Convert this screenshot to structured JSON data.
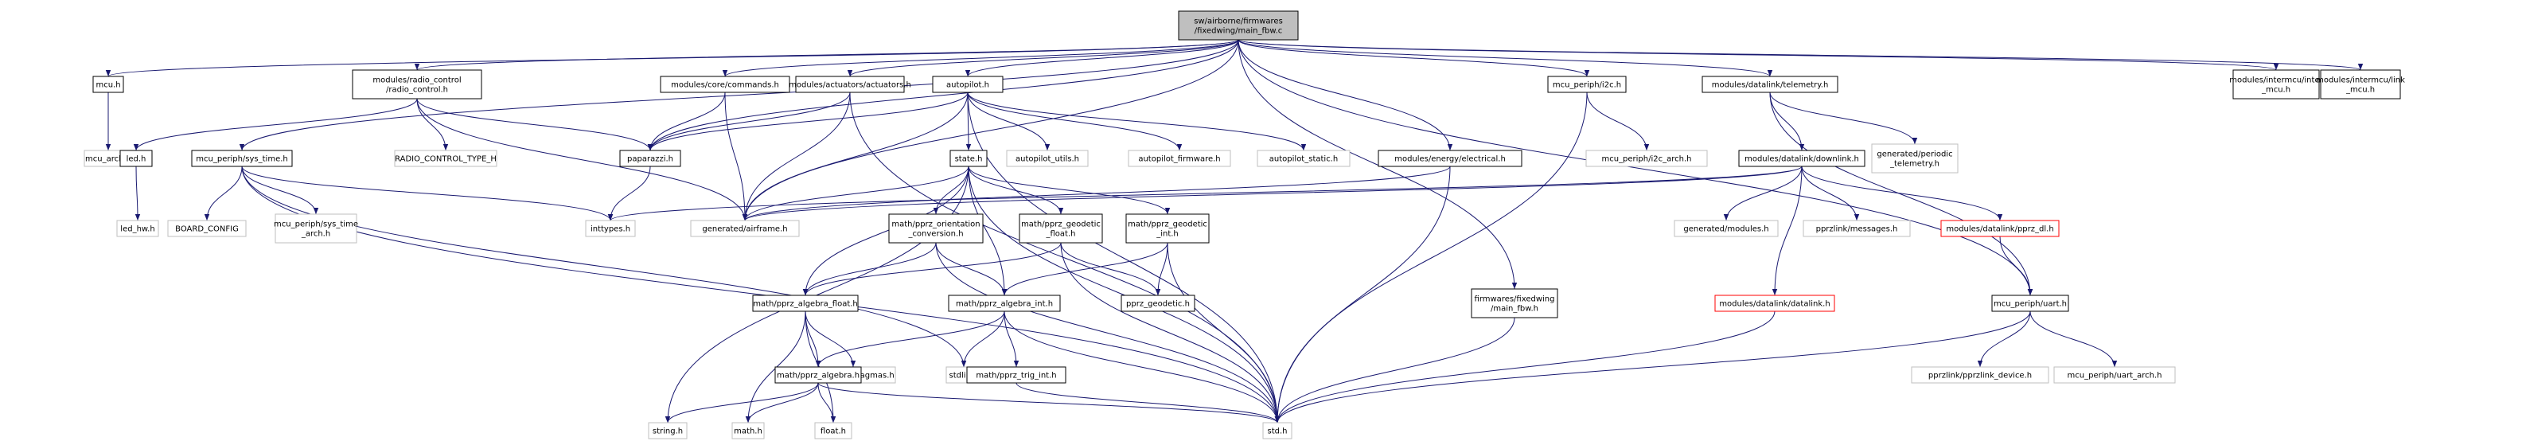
{
  "root": "main_fbw.c",
  "nodes": [
    {
      "id": "root",
      "lines": [
        "sw/airborne/firmwares",
        "/fixedwing/main_fbw.c"
      ],
      "style": "root"
    },
    {
      "id": "mcu_h",
      "lines": [
        "mcu.h"
      ],
      "style": "black"
    },
    {
      "id": "mcu_arch",
      "lines": [
        "mcu_arch.h"
      ],
      "style": "gray"
    },
    {
      "id": "radio_control",
      "lines": [
        "modules/radio_control",
        "/radio_control.h"
      ],
      "style": "black"
    },
    {
      "id": "commands",
      "lines": [
        "modules/core/commands.h"
      ],
      "style": "black"
    },
    {
      "id": "actuators",
      "lines": [
        "modules/actuators/actuators.h"
      ],
      "style": "black"
    },
    {
      "id": "autopilot_h",
      "lines": [
        "autopilot.h"
      ],
      "style": "black"
    },
    {
      "id": "i2c_h",
      "lines": [
        "mcu_periph/i2c.h"
      ],
      "style": "black"
    },
    {
      "id": "telemetry",
      "lines": [
        "modules/datalink/telemetry.h"
      ],
      "style": "black"
    },
    {
      "id": "inter_mcu",
      "lines": [
        "modules/intermcu/inter",
        "_mcu.h"
      ],
      "style": "black"
    },
    {
      "id": "link_mcu",
      "lines": [
        "modules/intermcu/link",
        "_mcu.h"
      ],
      "style": "black"
    },
    {
      "id": "led_h",
      "lines": [
        "led.h"
      ],
      "style": "black"
    },
    {
      "id": "sys_time",
      "lines": [
        "mcu_periph/sys_time.h"
      ],
      "style": "black"
    },
    {
      "id": "rc_type",
      "lines": [
        "RADIO_CONTROL_TYPE_H"
      ],
      "style": "gray"
    },
    {
      "id": "paparazzi",
      "lines": [
        "paparazzi.h"
      ],
      "style": "black"
    },
    {
      "id": "state",
      "lines": [
        "state.h"
      ],
      "style": "black"
    },
    {
      "id": "ap_utils",
      "lines": [
        "autopilot_utils.h"
      ],
      "style": "gray"
    },
    {
      "id": "ap_firmware",
      "lines": [
        "autopilot_firmware.h"
      ],
      "style": "gray"
    },
    {
      "id": "ap_static",
      "lines": [
        "autopilot_static.h"
      ],
      "style": "gray"
    },
    {
      "id": "electrical",
      "lines": [
        "modules/energy/electrical.h"
      ],
      "style": "black"
    },
    {
      "id": "i2c_arch",
      "lines": [
        "mcu_periph/i2c_arch.h"
      ],
      "style": "gray"
    },
    {
      "id": "downlink",
      "lines": [
        "modules/datalink/downlink.h"
      ],
      "style": "black"
    },
    {
      "id": "periodic_tel",
      "lines": [
        "generated/periodic",
        "_telemetry.h"
      ],
      "style": "gray"
    },
    {
      "id": "led_hw",
      "lines": [
        "led_hw.h"
      ],
      "style": "gray"
    },
    {
      "id": "board_config",
      "lines": [
        "BOARD_CONFIG"
      ],
      "style": "gray"
    },
    {
      "id": "sys_time_arch",
      "lines": [
        "mcu_periph/sys_time",
        "_arch.h"
      ],
      "style": "gray"
    },
    {
      "id": "inttypes",
      "lines": [
        "inttypes.h"
      ],
      "style": "gray"
    },
    {
      "id": "airframe",
      "lines": [
        "generated/airframe.h"
      ],
      "style": "gray"
    },
    {
      "id": "orient_conv",
      "lines": [
        "math/pprz_orientation",
        "_conversion.h"
      ],
      "style": "black"
    },
    {
      "id": "geo_float",
      "lines": [
        "math/pprz_geodetic",
        "_float.h"
      ],
      "style": "black"
    },
    {
      "id": "geo_int",
      "lines": [
        "math/pprz_geodetic",
        "_int.h"
      ],
      "style": "black"
    },
    {
      "id": "gen_modules",
      "lines": [
        "generated/modules.h"
      ],
      "style": "gray"
    },
    {
      "id": "messages",
      "lines": [
        "pprzlink/messages.h"
      ],
      "style": "gray"
    },
    {
      "id": "pprz_dl",
      "lines": [
        "modules/datalink/pprz_dl.h"
      ],
      "style": "red"
    },
    {
      "id": "alg_float",
      "lines": [
        "math/pprz_algebra_float.h"
      ],
      "style": "black"
    },
    {
      "id": "alg_int",
      "lines": [
        "math/pprz_algebra_int.h"
      ],
      "style": "black"
    },
    {
      "id": "pprz_geodetic",
      "lines": [
        "pprz_geodetic.h"
      ],
      "style": "black"
    },
    {
      "id": "main_fbw_h",
      "lines": [
        "firmwares/fixedwing",
        "/main_fbw.h"
      ],
      "style": "black"
    },
    {
      "id": "datalink",
      "lines": [
        "modules/datalink/datalink.h"
      ],
      "style": "red"
    },
    {
      "id": "uart",
      "lines": [
        "mcu_periph/uart.h"
      ],
      "style": "black"
    },
    {
      "id": "msg_pragmas",
      "lines": [
        "message_pragmas.h"
      ],
      "style": "gray"
    },
    {
      "id": "stdlib",
      "lines": [
        "stdlib.h"
      ],
      "style": "gray"
    },
    {
      "id": "alg",
      "lines": [
        "math/pprz_algebra.h"
      ],
      "style": "black"
    },
    {
      "id": "trig_int",
      "lines": [
        "math/pprz_trig_int.h"
      ],
      "style": "black"
    },
    {
      "id": "pprzlink_dev",
      "lines": [
        "pprzlink/pprzlink_device.h"
      ],
      "style": "gray"
    },
    {
      "id": "uart_arch",
      "lines": [
        "mcu_periph/uart_arch.h"
      ],
      "style": "gray"
    },
    {
      "id": "string_h",
      "lines": [
        "string.h"
      ],
      "style": "gray"
    },
    {
      "id": "math_h",
      "lines": [
        "math.h"
      ],
      "style": "gray"
    },
    {
      "id": "float_h",
      "lines": [
        "float.h"
      ],
      "style": "gray"
    },
    {
      "id": "std_h",
      "lines": [
        "std.h"
      ],
      "style": "gray"
    }
  ],
  "edges": [
    [
      "root",
      "mcu_h"
    ],
    [
      "root",
      "radio_control"
    ],
    [
      "root",
      "commands"
    ],
    [
      "root",
      "actuators"
    ],
    [
      "root",
      "autopilot_h"
    ],
    [
      "root",
      "i2c_h"
    ],
    [
      "root",
      "telemetry"
    ],
    [
      "root",
      "inter_mcu"
    ],
    [
      "root",
      "link_mcu"
    ],
    [
      "root",
      "sys_time"
    ],
    [
      "root",
      "paparazzi"
    ],
    [
      "root",
      "airframe"
    ],
    [
      "root",
      "electrical"
    ],
    [
      "root",
      "main_fbw_h"
    ],
    [
      "root",
      "uart"
    ],
    [
      "mcu_h",
      "mcu_arch"
    ],
    [
      "radio_control",
      "led_h"
    ],
    [
      "radio_control",
      "rc_type"
    ],
    [
      "radio_control",
      "paparazzi"
    ],
    [
      "radio_control",
      "airframe"
    ],
    [
      "commands",
      "paparazzi"
    ],
    [
      "commands",
      "airframe"
    ],
    [
      "actuators",
      "paparazzi"
    ],
    [
      "actuators",
      "airframe"
    ],
    [
      "actuators",
      "std_h"
    ],
    [
      "autopilot_h",
      "paparazzi"
    ],
    [
      "autopilot_h",
      "airframe"
    ],
    [
      "autopilot_h",
      "state"
    ],
    [
      "autopilot_h",
      "ap_utils"
    ],
    [
      "autopilot_h",
      "ap_firmware"
    ],
    [
      "autopilot_h",
      "ap_static"
    ],
    [
      "autopilot_h",
      "std_h"
    ],
    [
      "i2c_h",
      "i2c_arch"
    ],
    [
      "i2c_h",
      "std_h"
    ],
    [
      "telemetry",
      "downlink"
    ],
    [
      "telemetry",
      "periodic_tel"
    ],
    [
      "telemetry",
      "uart"
    ],
    [
      "led_h",
      "led_hw"
    ],
    [
      "sys_time",
      "board_config"
    ],
    [
      "sys_time",
      "sys_time_arch"
    ],
    [
      "sys_time",
      "inttypes"
    ],
    [
      "sys_time",
      "std_h"
    ],
    [
      "sys_time",
      "stdlib"
    ],
    [
      "paparazzi",
      "inttypes"
    ],
    [
      "state",
      "airframe"
    ],
    [
      "state",
      "orient_conv"
    ],
    [
      "state",
      "geo_float"
    ],
    [
      "state",
      "geo_int"
    ],
    [
      "state",
      "alg_float"
    ],
    [
      "state",
      "alg_int"
    ],
    [
      "state",
      "std_h"
    ],
    [
      "state",
      "string_h"
    ],
    [
      "electrical",
      "airframe"
    ],
    [
      "electrical",
      "std_h"
    ],
    [
      "downlink",
      "inttypes"
    ],
    [
      "downlink",
      "airframe"
    ],
    [
      "downlink",
      "gen_modules"
    ],
    [
      "downlink",
      "messages"
    ],
    [
      "downlink",
      "pprz_dl"
    ],
    [
      "downlink",
      "datalink"
    ],
    [
      "orient_conv",
      "alg_float"
    ],
    [
      "orient_conv",
      "alg_int"
    ],
    [
      "orient_conv",
      "std_h"
    ],
    [
      "geo_float",
      "alg_float"
    ],
    [
      "geo_float",
      "pprz_geodetic"
    ],
    [
      "geo_float",
      "std_h"
    ],
    [
      "geo_int",
      "pprz_geodetic"
    ],
    [
      "geo_int",
      "alg_int"
    ],
    [
      "geo_int",
      "std_h"
    ],
    [
      "pprz_dl",
      "uart"
    ],
    [
      "alg_float",
      "alg"
    ],
    [
      "alg_float",
      "msg_pragmas"
    ],
    [
      "alg_float",
      "float_h"
    ],
    [
      "alg_float",
      "math_h"
    ],
    [
      "alg_int",
      "alg"
    ],
    [
      "alg_int",
      "stdlib"
    ],
    [
      "alg_int",
      "trig_int"
    ],
    [
      "alg_int",
      "std_h"
    ],
    [
      "main_fbw_h",
      "std_h"
    ],
    [
      "datalink",
      "std_h"
    ],
    [
      "uart",
      "pprzlink_dev"
    ],
    [
      "uart",
      "uart_arch"
    ],
    [
      "uart",
      "std_h"
    ],
    [
      "alg",
      "string_h"
    ],
    [
      "alg",
      "math_h"
    ],
    [
      "alg",
      "float_h"
    ],
    [
      "alg",
      "std_h"
    ],
    [
      "trig_int",
      "std_h"
    ]
  ]
}
